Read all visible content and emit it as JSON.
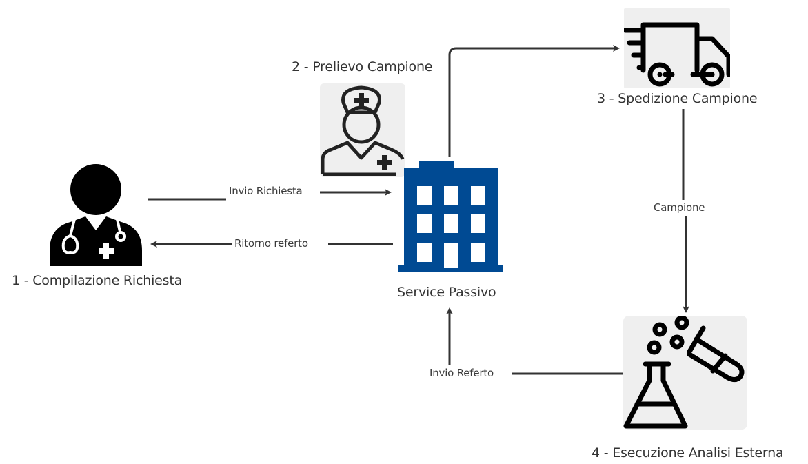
{
  "diagram": {
    "title": "",
    "colors": {
      "arrow": "#333333",
      "building": "#004a93",
      "icon_bg": "#efefef",
      "icon_stroke": "#111111"
    },
    "nodes": [
      {
        "id": "doctor",
        "label": "1 - Compilazione Richiesta",
        "icon": "doctor-icon"
      },
      {
        "id": "nurse",
        "label": "2 - Prelievo Campione",
        "icon": "nurse-icon"
      },
      {
        "id": "truck",
        "label": "3 - Spedizione Campione",
        "icon": "truck-icon"
      },
      {
        "id": "lab",
        "label": "4 - Esecuzione Analisi Esterna",
        "icon": "lab-flask-icon"
      },
      {
        "id": "service",
        "label": "Service Passivo",
        "icon": "building-icon"
      }
    ],
    "edges": [
      {
        "from": "doctor",
        "to": "service",
        "label": "Invio Richiesta"
      },
      {
        "from": "service",
        "to": "doctor",
        "label": "Ritorno referto"
      },
      {
        "from": "service",
        "to": "truck",
        "label": ""
      },
      {
        "from": "truck",
        "to": "lab",
        "label": "Campione"
      },
      {
        "from": "lab",
        "to": "service",
        "label": "Invio Referto"
      }
    ]
  }
}
